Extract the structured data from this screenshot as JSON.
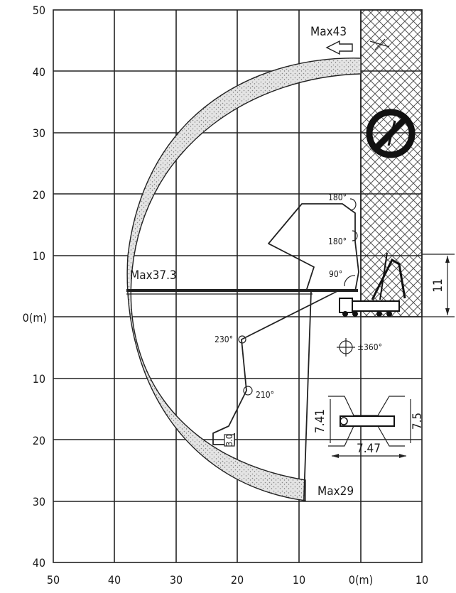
{
  "diagram": {
    "y_ticks_top": [
      "50",
      "40",
      "30",
      "20",
      "10",
      "0(m)"
    ],
    "y_ticks_bottom": [
      "10",
      "20",
      "30",
      "40"
    ],
    "x_ticks": [
      "50",
      "40",
      "30",
      "20",
      "10",
      "0(m)",
      "10"
    ],
    "labels": {
      "max_height": "Max43",
      "max_reach": "Max37.3",
      "max_depth": "Max29",
      "unfold_height": "11",
      "angle_180_top": "180°",
      "angle_180_mid": "180°",
      "angle_90": "90°",
      "angle_230": "230°",
      "angle_210": "210°",
      "rotation": "±360°",
      "section": "3.0",
      "outrigger_front": "7.41",
      "outrigger_width": "7.47",
      "outrigger_rear": "7.5"
    },
    "colors": {
      "line": "#222222",
      "hatch": "#555555",
      "stipple": "#9a9a9a"
    }
  }
}
